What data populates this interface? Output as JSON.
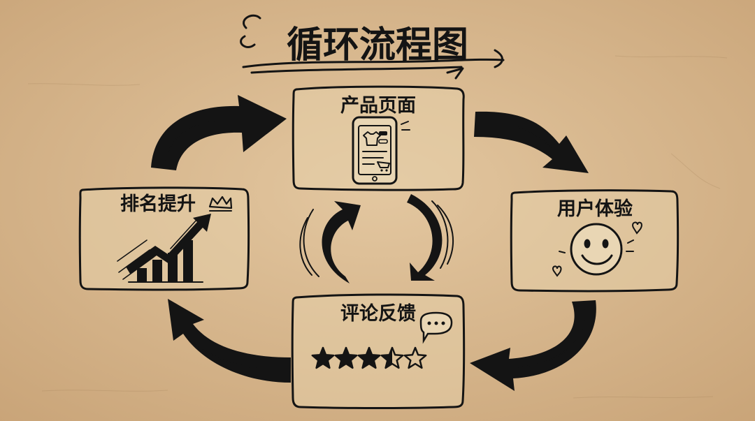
{
  "diagram": {
    "title": "循环流程图",
    "nodes": {
      "product_page": {
        "label": "产品页面"
      },
      "user_experience": {
        "label": "用户体验"
      },
      "reviews": {
        "label": "评论反馈",
        "rating": {
          "filled": 3.5,
          "total": 5
        }
      },
      "ranking": {
        "label": "排名提升"
      }
    },
    "flow": [
      "产品页面",
      "用户体验",
      "评论反馈",
      "排名提升"
    ]
  },
  "colors": {
    "paper": "#d9b88f",
    "paper_light": "#e3c7a0",
    "ink": "#141414",
    "card": "#e6cfaa"
  },
  "icons": {
    "product_page": "smartphone-icon",
    "user_experience": "smiley-face-icon",
    "reviews": [
      "speech-bubble-icon",
      "star-rating-icon"
    ],
    "ranking": [
      "growth-chart-icon",
      "crown-icon"
    ]
  }
}
